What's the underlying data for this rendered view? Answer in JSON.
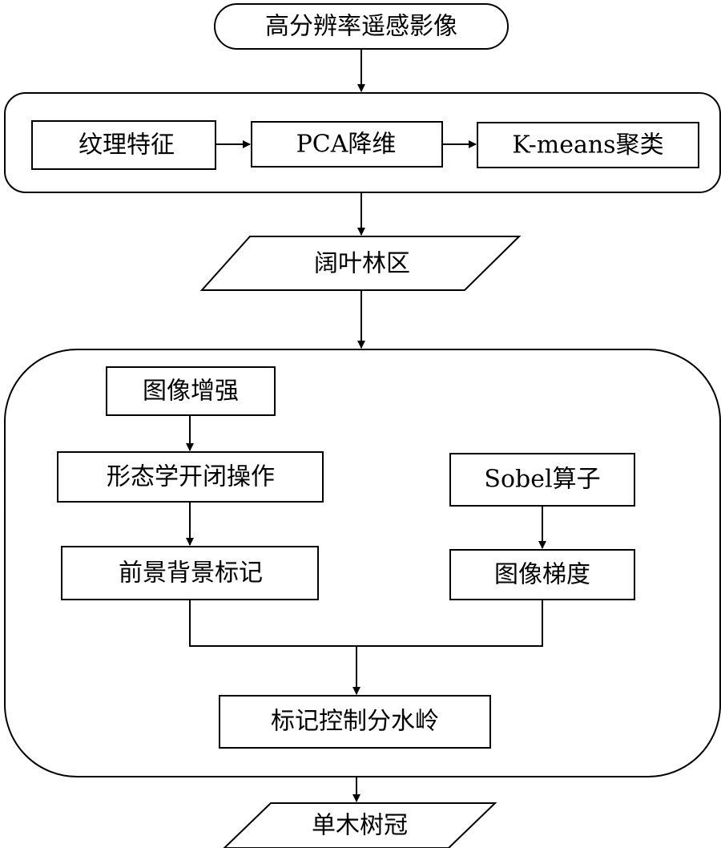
{
  "start": "高分辨率遥感影像",
  "step1": {
    "texture": "纹理特征",
    "pca": "PCA降维",
    "kmeans": "K-means聚类"
  },
  "broadleaf": "阔叶林区",
  "step2": {
    "enhance": "图像增强",
    "morph": "形态学开闭操作",
    "marker": "前景背景标记",
    "sobel": "Sobel算子",
    "gradient": "图像梯度",
    "watershed": "标记控制分水岭"
  },
  "result": "单木树冠"
}
